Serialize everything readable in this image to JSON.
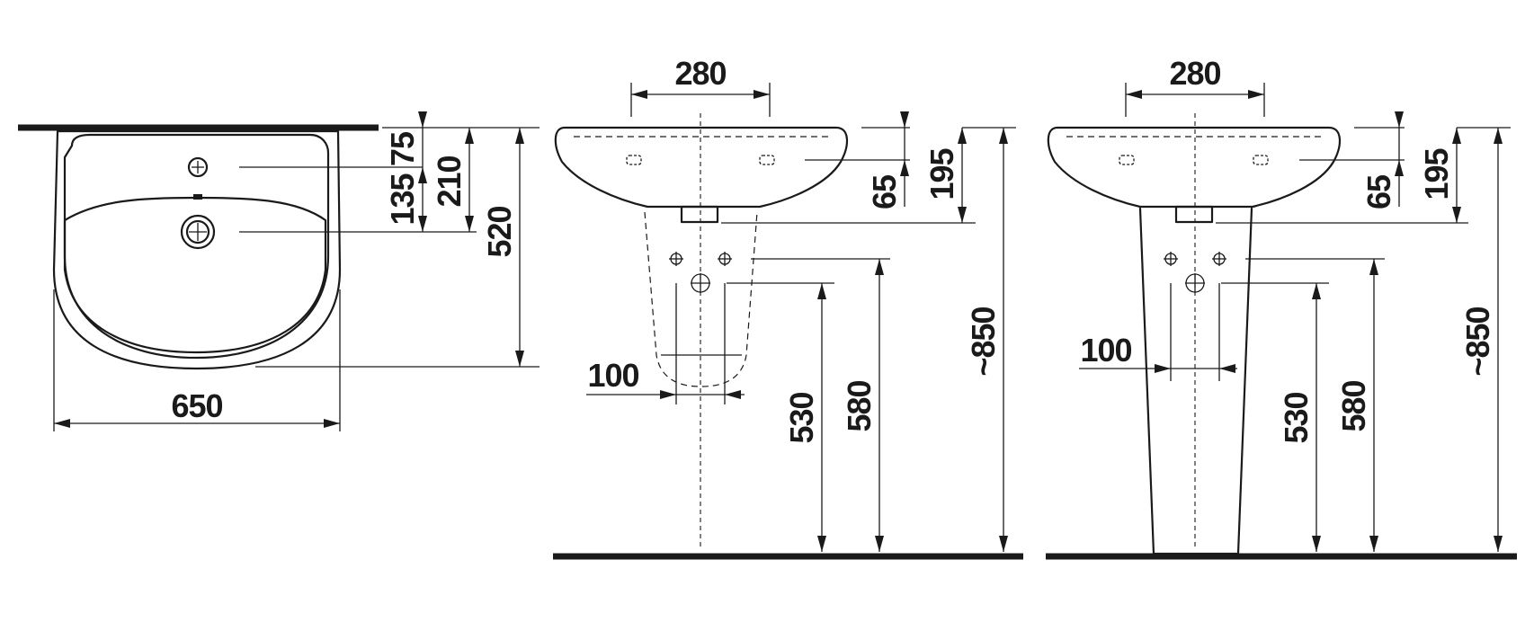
{
  "dimensions": {
    "top_view": {
      "width": "650",
      "depth": "520",
      "tap_hole": "75",
      "waste_hole": "210",
      "tap_to_waste": "135"
    },
    "front_view_halfpedestal": {
      "fixing_holes_spacing": "280",
      "overflow_height": "65",
      "waste_height": "195",
      "total_height": "~850",
      "trap_width": "100",
      "supply_height": "530",
      "fixing_height": "580"
    },
    "front_view_pedestal": {
      "fixing_holes_spacing": "280",
      "overflow_height": "65",
      "waste_height": "195",
      "total_height": "~850",
      "trap_width": "100",
      "supply_height": "530",
      "fixing_height": "580"
    }
  }
}
